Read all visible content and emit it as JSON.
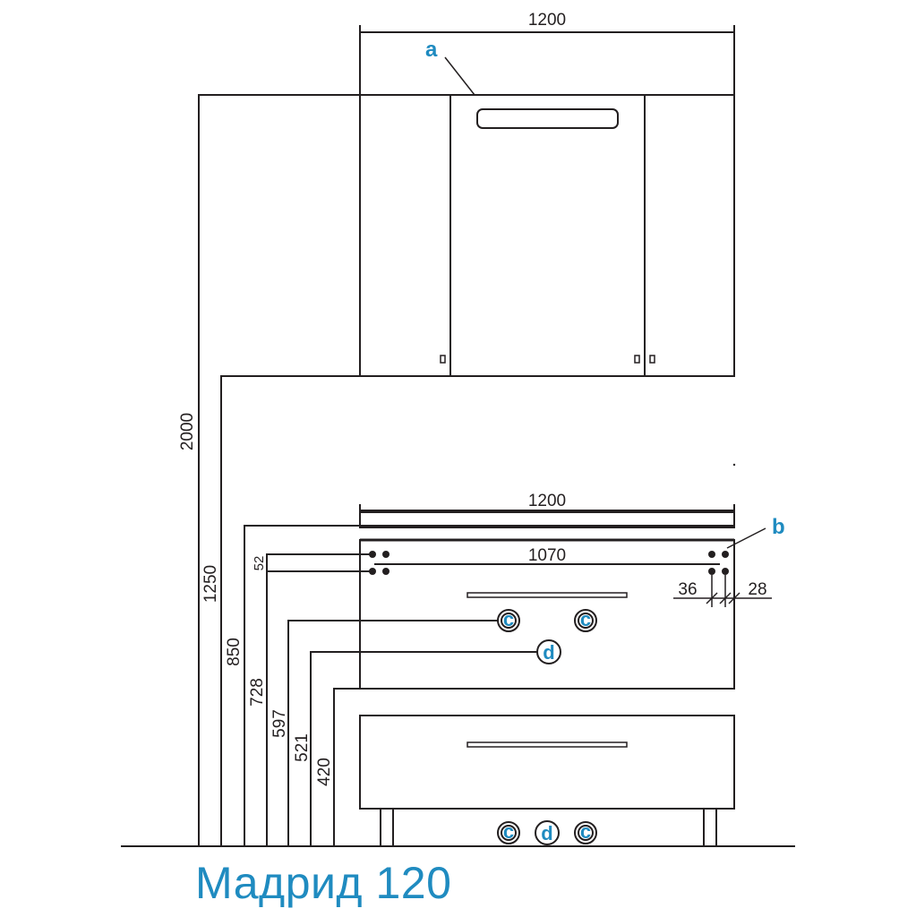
{
  "title": "Мадрид 120",
  "colors": {
    "line": "#231f20",
    "accent": "#1f8bc0",
    "background": "#ffffff"
  },
  "dimensions": {
    "mirror_width": "1200",
    "cabinet_width": "1200",
    "mount_spacing": "1070",
    "top_offset": "52",
    "left_mount_offset": "36",
    "right_mount_offset": "28",
    "heights": {
      "mirror_top": "2000",
      "mirror_bottom": "1250",
      "cabinet_top": "850",
      "mount_upper": "728",
      "water_supply": "597",
      "drain": "521",
      "cabinet_bottom": "420"
    }
  },
  "callouts": {
    "a": "a",
    "b": "b"
  },
  "utilities": {
    "cold_hot_symbol": "c",
    "drain_symbol": "d"
  }
}
